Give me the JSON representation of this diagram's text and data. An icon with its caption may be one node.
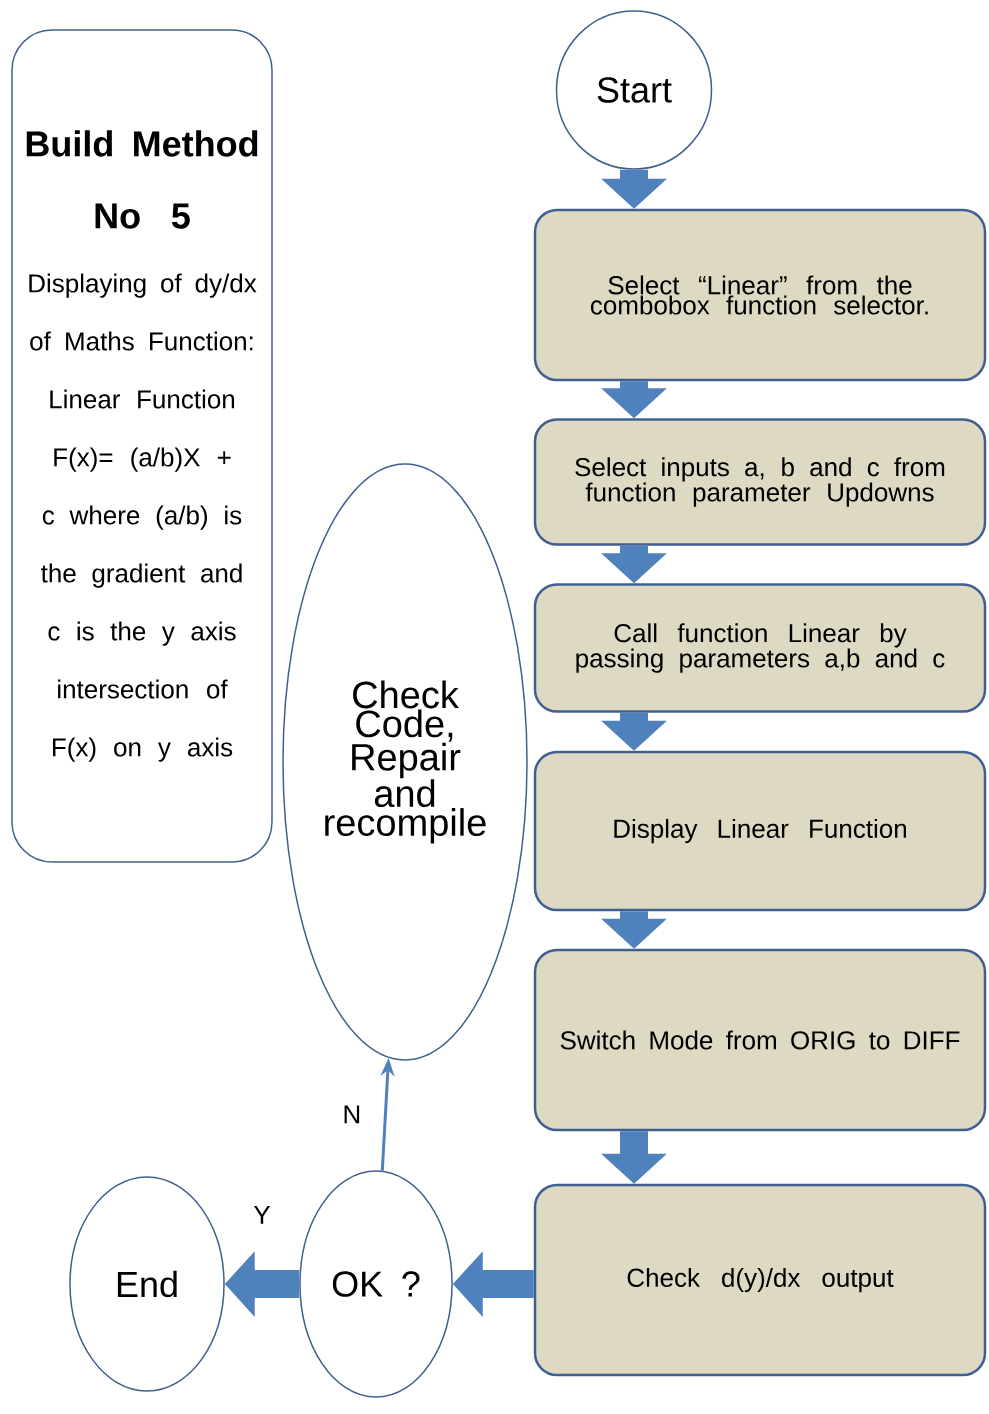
{
  "diagram": {
    "nodes": [
      {
        "text": [
          "Build Method No 5",
          "Displaying of dy/dx of Maths Function: Linear Function F(x)= (a/b)X + c where (a/b) is the gradient and c is the y axis intersection of F(x) on y axis"
        ]
      },
      {
        "text": [
          "Start"
        ]
      },
      {
        "text": [
          "Select “Linear” from the combobox function selector."
        ]
      },
      {
        "text": [
          "Select inputs a, b and c from function parameter Updowns"
        ]
      },
      {
        "text": [
          "Call function Linear by passing parameters a,b and c"
        ]
      },
      {
        "text": [
          "Display Linear Function"
        ]
      },
      {
        "text": [
          "Switch Mode from ORIG to DIFF"
        ]
      },
      {
        "text": [
          "Check d(y)/dx output"
        ]
      },
      {
        "text": [
          "Check Code, Repair and recompile"
        ]
      },
      {
        "text": [
          "OK ?"
        ]
      },
      {
        "text": [
          "End"
        ]
      }
    ],
    "edges": [
      {
        "from": 1,
        "to": 2,
        "arrow": "to"
      },
      {
        "from": 2,
        "to": 3,
        "arrow": "to"
      },
      {
        "from": 3,
        "to": 4,
        "arrow": "to"
      },
      {
        "from": 4,
        "to": 5,
        "arrow": "to"
      },
      {
        "from": 5,
        "to": 6,
        "arrow": "to"
      },
      {
        "from": 6,
        "to": 7,
        "arrow": "to"
      },
      {
        "from": 7,
        "to": 9,
        "arrow": "to"
      },
      {
        "from": 9,
        "to": 10,
        "arrow": "to",
        "label": "Y"
      },
      {
        "from": 9,
        "to": 8,
        "arrow": "to",
        "label": "N"
      }
    ]
  }
}
